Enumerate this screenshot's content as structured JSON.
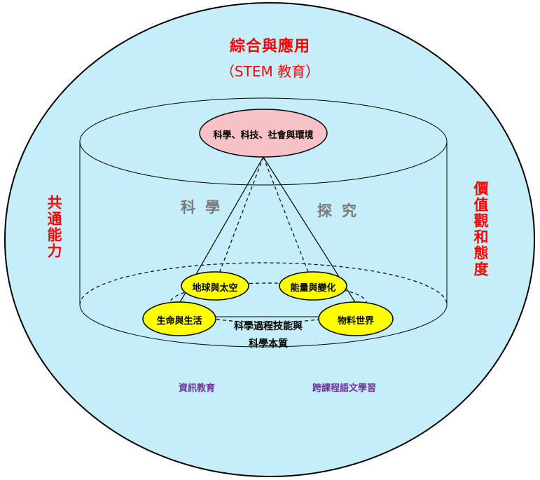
{
  "outer": {
    "title_line1": "綜合與應用",
    "title_line2": "（STEM 教育）",
    "left_text": "共通能力",
    "right_text": "價值觀和態度"
  },
  "top_node": "科學、科技、社會與環境",
  "inquiry": {
    "left": "科學",
    "right": "探究"
  },
  "strands": {
    "earth_space": "地球與太空",
    "energy_change": "能量與變化",
    "life_living": "生命與生活",
    "material_world": "物料世界"
  },
  "center_text_line1": "科學過程技能與",
  "center_text_line2": "科學本質",
  "bottom": {
    "left": "資訊教育",
    "right": "跨課程語文學習"
  },
  "colors": {
    "outer_fill": "#c5eef9",
    "top_ellipse_fill": "#f6c2c8",
    "strand_fill": "#ffff00",
    "heading_red": "#ff0000",
    "purple": "#7030a0"
  }
}
